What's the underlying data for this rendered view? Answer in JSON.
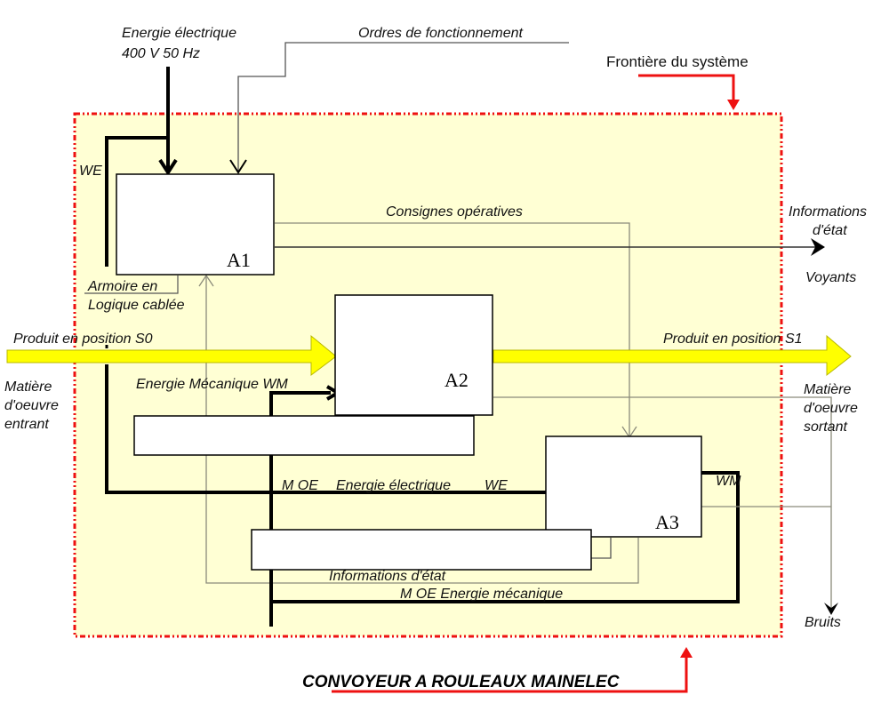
{
  "colors": {
    "system_fill": "#ffffd4",
    "boundary": "#ee1111",
    "material_flow": "#ffff00",
    "material_flow_stroke": "#b8b800",
    "energy_line": "#000000",
    "info_line": "#7a7a6a"
  },
  "external": {
    "electric_energy_line1": "Energie électrique",
    "electric_energy_line2": "400 V 50 Hz",
    "operating_orders": "Ordres de fonctionnement",
    "boundary_label": "Frontière du système",
    "state_info_line1": "Informations",
    "state_info_line2": "d'état",
    "indicators": "Voyants",
    "product_in": "Produit en position S0",
    "raw_in_line1": "Matière",
    "raw_in_line2": "d'oeuvre",
    "raw_in_line3": "entrant",
    "product_out": "Produit en position S1",
    "raw_out_line1": "Matière",
    "raw_out_line2": "d'oeuvre",
    "raw_out_line3": "sortant",
    "noise": "Bruits",
    "system_title": "CONVOYEUR A ROULEAUX MAINELEC"
  },
  "internal": {
    "we_label": "WE",
    "cabinet_line1": "Armoire en",
    "cabinet_line2": "Logique cablée",
    "operating_setpoints": "Consignes opératives",
    "mechanical_energy": "Energie Mécanique WM",
    "moe_electric_1": "M OE",
    "moe_electric_2": "Energie électrique",
    "moe_electric_3": "WE",
    "wm_label": "WM",
    "state_information": "Informations d'état",
    "moe_mechanical": "M OE Energie mécanique"
  },
  "blocks": [
    {
      "id": "A1"
    },
    {
      "id": "A2"
    },
    {
      "id": "A3"
    }
  ]
}
